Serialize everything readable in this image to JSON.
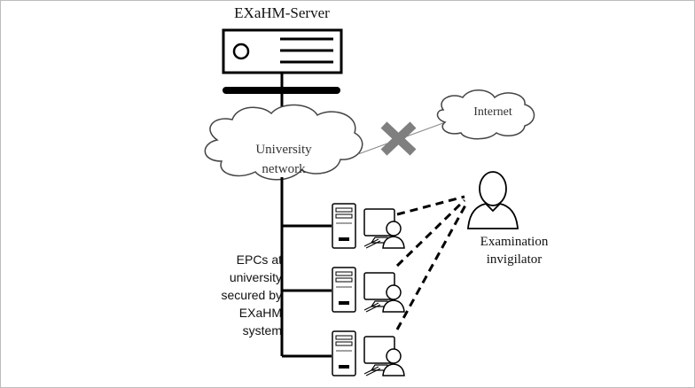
{
  "server": {
    "title": "EXaHM-Server"
  },
  "university_network": {
    "label": "University\nnetwork"
  },
  "internet": {
    "label": "Internet"
  },
  "epc": {
    "label": "EPCs at\nuniversity\nsecured by\nEXaHM\nsystem"
  },
  "invigilator": {
    "label": "Examination\ninvigilator"
  },
  "colors": {
    "line": "#000000",
    "cross": "#7f7f7f",
    "cloud_stroke": "#444444",
    "frame": "#bdbdbd"
  },
  "icons": [
    "server-icon",
    "cloud-icon",
    "cross-icon",
    "computer-tower-icon",
    "monitor-icon",
    "person-icon",
    "keyboard-icon"
  ]
}
